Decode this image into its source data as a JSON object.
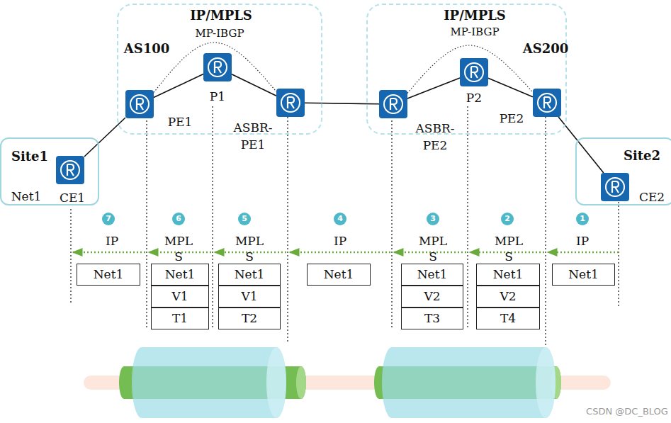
{
  "diagram": {
    "nodes": [
      {
        "text": [
          "IP/MPLS",
          "MP-IBGP",
          "AS100"
        ]
      },
      {
        "text": [
          "IP/MPLS",
          "MP-IBGP",
          "AS200"
        ]
      },
      {
        "text": [
          "PE1"
        ],
        "in": 0
      },
      {
        "text": [
          "P1"
        ],
        "in": 0
      },
      {
        "text": [
          "ASBR- PE1"
        ],
        "in": 0
      },
      {
        "text": [
          "ASBR- PE2"
        ],
        "in": 1
      },
      {
        "text": [
          "P2"
        ],
        "in": 1
      },
      {
        "text": [
          "PE2"
        ],
        "in": 1
      },
      {
        "text": [
          "Site1"
        ]
      },
      {
        "text": [
          "CE1"
        ],
        "in": 8
      },
      {
        "text": [
          "Site2"
        ]
      },
      {
        "text": [
          "CE2"
        ],
        "in": 10
      }
    ],
    "edges": [
      {
        "from": 9,
        "to": 2,
        "arrow": "none"
      },
      {
        "from": 2,
        "to": 3,
        "arrow": "none"
      },
      {
        "from": 3,
        "to": 4,
        "arrow": "none"
      },
      {
        "from": 4,
        "to": 5,
        "arrow": "none"
      },
      {
        "from": 5,
        "to": 6,
        "arrow": "none"
      },
      {
        "from": 6,
        "to": 7,
        "arrow": "none"
      },
      {
        "from": 7,
        "to": 11,
        "arrow": "none"
      },
      {
        "from": 2,
        "to": 4,
        "arrow": "none"
      },
      {
        "from": 5,
        "to": 7,
        "arrow": "none"
      }
    ],
    "labels": [
      "Net1",
      "7",
      "IP",
      "Net1",
      "6",
      "MPLS",
      "Net1",
      "V1",
      "T1",
      "5",
      "MPLS",
      "Net1",
      "V1",
      "T2",
      "4",
      "IP",
      "Net1",
      "3",
      "MPLS",
      "Net1",
      "V2",
      "T3",
      "2",
      "MPLS",
      "Net1",
      "V2",
      "T4",
      "1",
      "IP",
      "Net1",
      "CSDN @DC_BLOG"
    ]
  }
}
